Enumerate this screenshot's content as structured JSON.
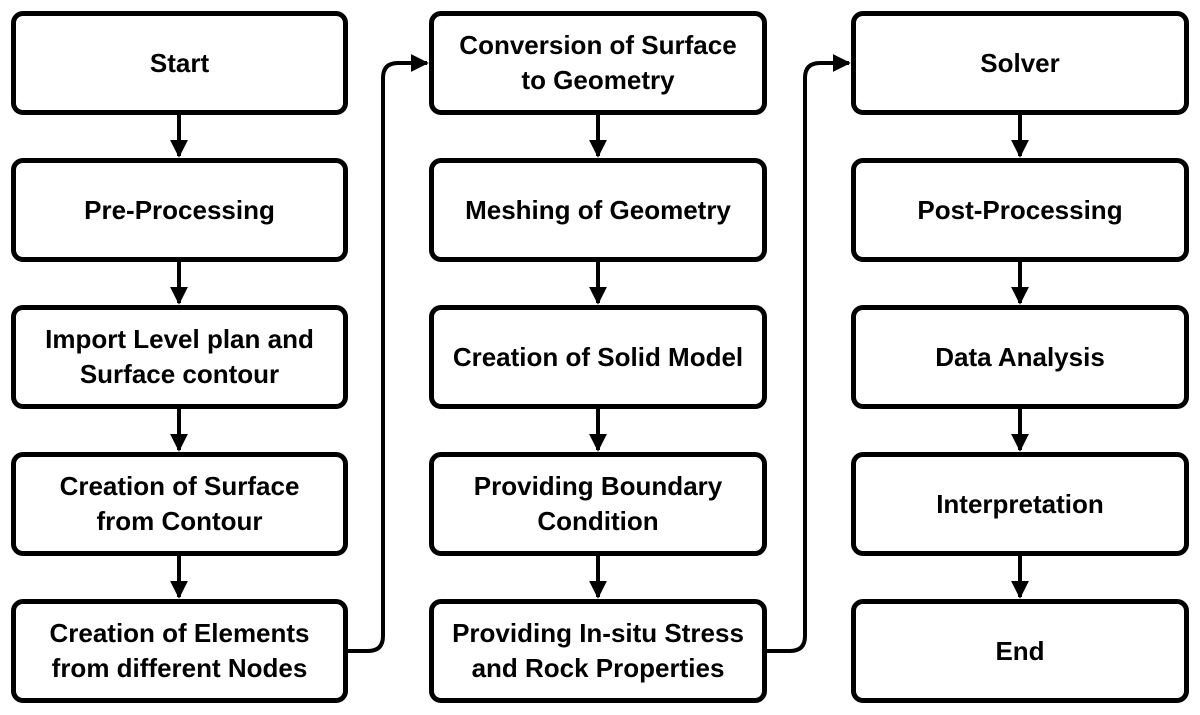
{
  "steps": [
    {
      "label": "Start"
    },
    {
      "label": "Pre-Processing"
    },
    {
      "label": "Import Level plan and\nSurface contour"
    },
    {
      "label": "Creation of Surface\nfrom Contour"
    },
    {
      "label": "Creation of Elements\nfrom different Nodes"
    },
    {
      "label": "Conversion of Surface\nto Geometry"
    },
    {
      "label": "Meshing of Geometry"
    },
    {
      "label": "Creation of Solid Model"
    },
    {
      "label": "Providing Boundary\nCondition"
    },
    {
      "label": "Providing In-situ Stress\nand Rock Properties"
    },
    {
      "label": "Solver"
    },
    {
      "label": "Post-Processing"
    },
    {
      "label": "Data Analysis"
    },
    {
      "label": "Interpretation"
    },
    {
      "label": "End"
    }
  ],
  "colors": {
    "stroke": "#000000",
    "fill": "#ffffff",
    "text": "#000000"
  }
}
